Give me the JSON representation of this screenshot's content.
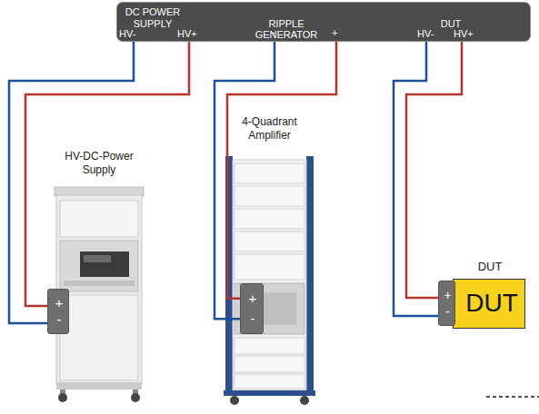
{
  "diagram": {
    "nodes": [
      {
        "text": [
          "DC POWER SUPPLY",
          "RIPPLE GENERATOR",
          "DUT"
        ]
      },
      {
        "text": [
          "HV-DC-Power Supply"
        ]
      },
      {
        "text": [
          "+",
          "-"
        ],
        "in": 1
      },
      {
        "text": [
          "4-Quadrant Amplifier"
        ]
      },
      {
        "text": [
          "+",
          "-"
        ],
        "in": 3
      },
      {
        "text": [
          "DUT",
          "DUT"
        ]
      },
      {
        "text": [
          "+",
          "-"
        ],
        "in": 5
      }
    ],
    "edges": [
      {
        "from": 0,
        "to": 2,
        "arrow": "none"
      },
      {
        "from": 0,
        "to": 2,
        "arrow": "none"
      },
      {
        "from": 0,
        "to": 4,
        "arrow": "none"
      },
      {
        "from": 0,
        "to": 4,
        "arrow": "none"
      },
      {
        "from": 0,
        "to": 6,
        "arrow": "none"
      },
      {
        "from": 0,
        "to": 6,
        "arrow": "none"
      }
    ],
    "labels": [
      "HV-",
      "HV+",
      "-",
      "+",
      "HV-",
      "HV+"
    ]
  }
}
